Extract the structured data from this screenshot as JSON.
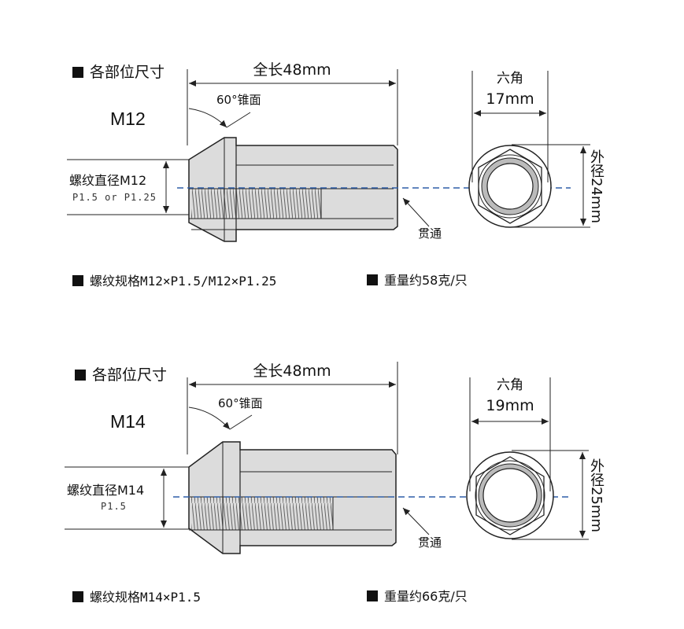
{
  "sections": [
    {
      "heading": "各部位尺寸",
      "model": "M12",
      "total_length": "全长48mm",
      "cone_angle": "60°锥面",
      "thread_diameter": "螺纹直径M12",
      "pitch": "P1.5 or P1.25",
      "through_label": "贯通",
      "hex_label": "六角",
      "hex_size": "17mm",
      "outer_diameter": "外径24mm",
      "thread_spec": "螺纹规格M12×P1.5/M12×P1.25",
      "weight": "重量约58克/只"
    },
    {
      "heading": "各部位尺寸",
      "model": "M14",
      "total_length": "全长48mm",
      "cone_angle": "60°锥面",
      "thread_diameter": "螺纹直径M14",
      "pitch": "P1.5",
      "through_label": "贯通",
      "hex_label": "六角",
      "hex_size": "19mm",
      "outer_diameter": "外径25mm",
      "thread_spec": "螺纹规格M14×P1.5",
      "weight": "重量约66克/只"
    }
  ],
  "colors": {
    "centerline": "#2f5fa8",
    "body_fill": "#d9d9d9",
    "line": "#222222"
  },
  "icons": [
    "square-bullet-icon",
    "dimension-arrow-icon",
    "hex-nut-front-view-icon",
    "lug-nut-side-view-icon"
  ]
}
